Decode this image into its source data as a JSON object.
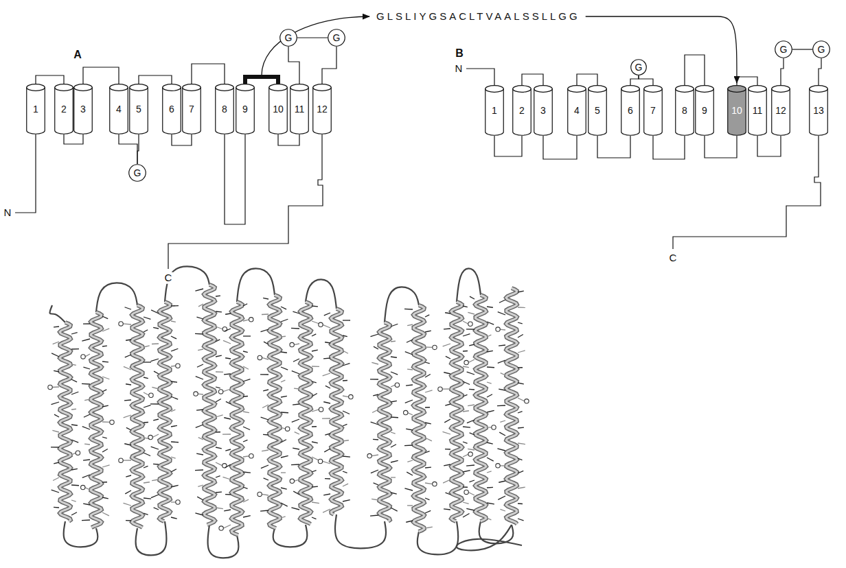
{
  "diagram": {
    "nodes": [
      {
        "text": [
          "1"
        ]
      },
      {
        "text": [
          "2"
        ]
      },
      {
        "text": [
          "3"
        ]
      },
      {
        "text": [
          "4"
        ]
      },
      {
        "text": [
          "5"
        ]
      },
      {
        "text": [
          "6"
        ]
      },
      {
        "text": [
          "7"
        ]
      },
      {
        "text": [
          "8"
        ]
      },
      {
        "text": [
          "9"
        ]
      },
      {
        "text": [
          "10"
        ]
      },
      {
        "text": [
          "11"
        ]
      },
      {
        "text": [
          "12"
        ]
      },
      {
        "text": [
          "G"
        ]
      },
      {
        "text": [
          "G"
        ]
      },
      {
        "text": [
          "G"
        ]
      },
      {
        "text": [
          "1"
        ]
      },
      {
        "text": [
          "2"
        ]
      },
      {
        "text": [
          "3"
        ]
      },
      {
        "text": [
          "4"
        ]
      },
      {
        "text": [
          "5"
        ]
      },
      {
        "text": [
          "6"
        ]
      },
      {
        "text": [
          "7"
        ]
      },
      {
        "text": [
          "8"
        ]
      },
      {
        "text": [
          "9"
        ]
      },
      {
        "text": [
          "10"
        ]
      },
      {
        "text": [
          "11"
        ]
      },
      {
        "text": [
          "12"
        ]
      },
      {
        "text": [
          "13"
        ]
      },
      {
        "text": [
          "G"
        ]
      },
      {
        "text": [
          "G"
        ]
      },
      {
        "text": [
          "G"
        ]
      }
    ],
    "edges": [
      {
        "from": 0,
        "to": 1,
        "arrow": "none"
      },
      {
        "from": 1,
        "to": 2,
        "arrow": "none"
      },
      {
        "from": 2,
        "to": 3,
        "arrow": "none"
      },
      {
        "from": 3,
        "to": 12,
        "arrow": "none"
      },
      {
        "from": 12,
        "to": 4,
        "arrow": "none"
      },
      {
        "from": 4,
        "to": 5,
        "arrow": "none"
      },
      {
        "from": 5,
        "to": 6,
        "arrow": "none"
      },
      {
        "from": 6,
        "to": 7,
        "arrow": "none"
      },
      {
        "from": 7,
        "to": 8,
        "arrow": "none"
      },
      {
        "from": 8,
        "to": 9,
        "arrow": "none"
      },
      {
        "from": 9,
        "to": 10,
        "arrow": "none"
      },
      {
        "from": 10,
        "to": 13,
        "arrow": "none"
      },
      {
        "from": 13,
        "to": 14,
        "arrow": "none"
      },
      {
        "from": 14,
        "to": 11,
        "arrow": "none"
      },
      {
        "from": 15,
        "to": 16,
        "arrow": "none"
      },
      {
        "from": 16,
        "to": 17,
        "arrow": "none"
      },
      {
        "from": 17,
        "to": 18,
        "arrow": "none"
      },
      {
        "from": 18,
        "to": 19,
        "arrow": "none"
      },
      {
        "from": 19,
        "to": 20,
        "arrow": "none"
      },
      {
        "from": 20,
        "to": 28,
        "arrow": "none"
      },
      {
        "from": 28,
        "to": 21,
        "arrow": "none"
      },
      {
        "from": 21,
        "to": 22,
        "arrow": "none"
      },
      {
        "from": 22,
        "to": 23,
        "arrow": "none"
      },
      {
        "from": 23,
        "to": 24,
        "arrow": "none"
      },
      {
        "from": 24,
        "to": 25,
        "arrow": "none"
      },
      {
        "from": 25,
        "to": 26,
        "arrow": "none"
      },
      {
        "from": 26,
        "to": 29,
        "arrow": "none"
      },
      {
        "from": 29,
        "to": 30,
        "arrow": "none"
      },
      {
        "from": 30,
        "to": 27,
        "arrow": "none"
      }
    ],
    "labels": [
      "GLSLIYGSACLTVAALSSLLGG",
      "A",
      "B",
      "N",
      "N",
      "C",
      "C"
    ]
  }
}
